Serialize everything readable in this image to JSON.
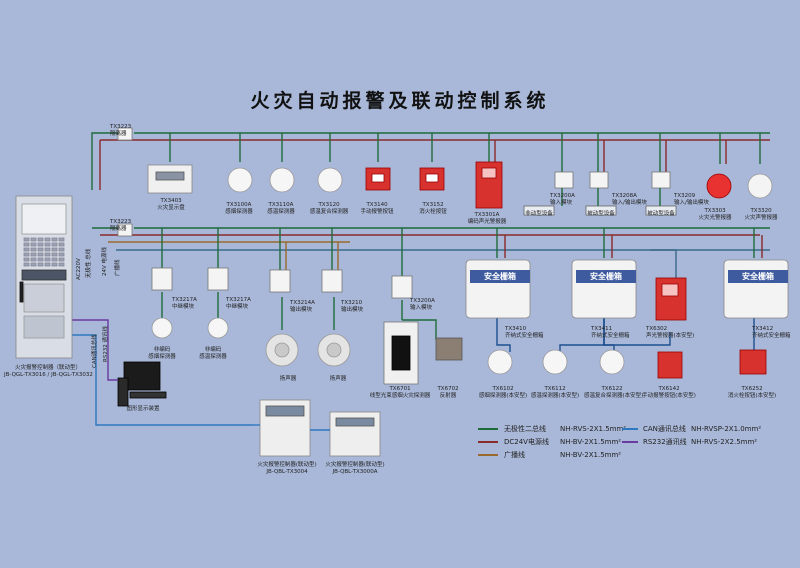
{
  "title": "火灾自动报警及联动控制系统",
  "colors": {
    "bus": "#1e6b3a",
    "dc24v": "#8b2a2a",
    "broadcast": "#9a6a2c",
    "can": "#2e78c0",
    "rs232": "#6a3aa0"
  },
  "isolators": [
    {
      "model": "TX3223",
      "name": "隔离器"
    },
    {
      "model": "TX3223",
      "name": "隔离器"
    }
  ],
  "row1": [
    {
      "model": "TX3403",
      "name": "火灾显示盘"
    },
    {
      "model": "TX3100A",
      "name": "感烟探测器"
    },
    {
      "model": "TX3110A",
      "name": "感温探测器"
    },
    {
      "model": "TX3120",
      "name": "感温复合探测器"
    },
    {
      "model": "TX3140",
      "name": "手动报警按钮"
    },
    {
      "model": "TX3152",
      "name": "消火栓按钮"
    },
    {
      "model": "TX3301A",
      "name": "编码声光警报器"
    },
    {
      "model": "TX3200A",
      "name": "输入模块"
    },
    {
      "model": "TX3208A",
      "name": "输入/输出模块"
    },
    {
      "model": "TX3209",
      "name": "输入/输出模块"
    },
    {
      "model": "TX3303",
      "name": "火灾光警报器"
    },
    {
      "model": "TX3320",
      "name": "火灾声警报器"
    }
  ],
  "row1_boxes": [
    "非动型设备",
    "被动型设备",
    "被动型设备"
  ],
  "row2": [
    {
      "model": "TX3217A",
      "name": "中继模块"
    },
    {
      "model": "TX3217A",
      "name": "中继模块"
    },
    {
      "model": "TX3214A",
      "name": "输出模块"
    },
    {
      "model": "TX3210",
      "name": "输出模块"
    },
    {
      "model": "TX3200A",
      "name": "输入模块"
    }
  ],
  "row3": [
    {
      "model": "",
      "name": "非编码\n感烟探测器"
    },
    {
      "model": "",
      "name": "非编码\n感温探测器"
    },
    {
      "model": "",
      "name": "扬声器"
    },
    {
      "model": "",
      "name": "扬声器"
    },
    {
      "model": "TX6701",
      "name": "线型光束感烟火灾探测器"
    },
    {
      "model": "TX6702",
      "name": "反射器"
    }
  ],
  "safety_boxes": [
    {
      "model": "TX3410",
      "name": "齐纳式安全栅箱",
      "label": "安全栅箱"
    },
    {
      "model": "TX3411",
      "name": "齐纳式安全栅箱",
      "label": "安全栅箱"
    },
    {
      "model": "TX3412",
      "name": "齐纳式安全栅箱",
      "label": "安全栅箱"
    }
  ],
  "exproof": [
    {
      "model": "TX6302",
      "name": "声光警报器(本安型)"
    },
    {
      "model": "TX6102",
      "name": "感烟探测器(本安型)"
    },
    {
      "model": "TX6112",
      "name": "感温探测器(本安型)"
    },
    {
      "model": "TX6122",
      "name": "感温复合探测器(本安型)"
    },
    {
      "model": "TX6142",
      "name": "手动报警按钮(本安型)"
    },
    {
      "model": "TX6252",
      "name": "消火栓按钮(本安型)"
    }
  ],
  "controller": {
    "name": "火灾报警控制器（联动型）",
    "models": "JB-QGL-TX3016 / JB-QGL-TX3032"
  },
  "wire_labels": [
    "AC220V",
    "无极性 总线",
    "24V 电源线",
    "广播线",
    "RS232 通讯线",
    "CAN通讯总线"
  ],
  "computer": {
    "name": "图形显示装置"
  },
  "panels": [
    {
      "name": "火灾报警控制器(联动型)",
      "model": "JB-QBL-TX3004"
    },
    {
      "name": "火灾报警控制器(联动型)",
      "model": "JB-QBL-TX3000A"
    }
  ],
  "legend": [
    {
      "label": "无极性二总线",
      "spec": "NH-RVS-2X1.5mm²",
      "color": "#1e6b3a"
    },
    {
      "label": "DC24V电源线",
      "spec": "NH-BV-2X1.5mm²",
      "color": "#8b2a2a"
    },
    {
      "label": "广播线",
      "spec": "NH-BV-2X1.5mm²",
      "color": "#9a6a2c"
    },
    {
      "label": "CAN通讯总线",
      "spec": "NH-RVSP-2X1.0mm²",
      "color": "#2e78c0"
    },
    {
      "label": "RS232通讯线",
      "spec": "NH-RVS-2X2.5mm²",
      "color": "#6a3aa0"
    }
  ]
}
